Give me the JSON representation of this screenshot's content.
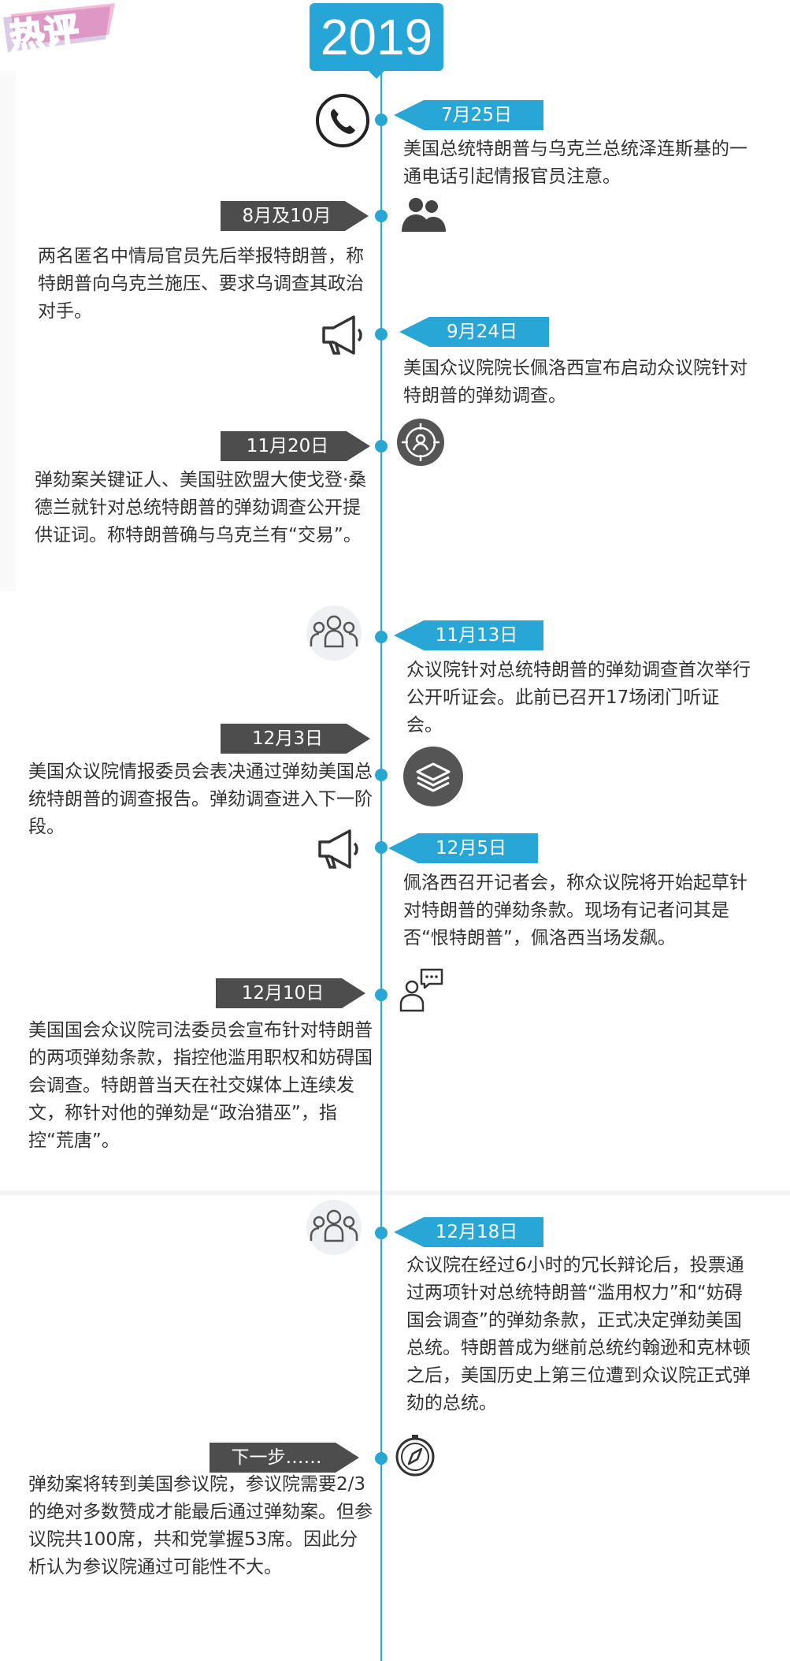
{
  "logo": {
    "text": "热评"
  },
  "year": "2019",
  "events": [
    {
      "date": "7月25日",
      "text": "美国总统特朗普与乌克兰总统泽连斯基的一通电话引起情报官员注意。",
      "icon": "phone-icon"
    },
    {
      "date": "8月及10月",
      "text": "两名匿名中情局官员先后举报特朗普，称特朗普向乌克兰施压、要求乌调查其政治对手。",
      "icon": "people-icon"
    },
    {
      "date": "9月24日",
      "text": "美国众议院院长佩洛西宣布启动众议院针对特朗普的弹劾调查。",
      "icon": "megaphone-icon"
    },
    {
      "date": "11月20日",
      "text": "弹劾案关键证人、美国驻欧盟大使戈登·桑德兰就针对总统特朗普的弹劾调查公开提供证词。称特朗普确与乌克兰有“交易”。",
      "icon": "target-person-icon"
    },
    {
      "date": "11月13日",
      "text": "众议院针对总统特朗普的弹劾调查首次举行公开听证会。此前已召开17场闭门听证会。",
      "icon": "group-icon"
    },
    {
      "date": "12月3日",
      "text": "美国众议院情报委员会表决通过弹劾美国总统特朗普的调查报告。弹劾调查进入下一阶段。",
      "icon": "layers-icon"
    },
    {
      "date": "12月5日",
      "text": "佩洛西召开记者会，称众议院将开始起草针对特朗普的弹劾条款。现场有记者问其是否“恨特朗普”，佩洛西当场发飙。",
      "icon": "megaphone-icon"
    },
    {
      "date": "12月10日",
      "text": "美国国会众议院司法委员会宣布针对特朗普的两项弹劾条款，指控他滥用职权和妨碍国会调查。特朗普当天在社交媒体上连续发文，称针对他的弹劾是“政治猎巫”，指控“荒唐”。",
      "icon": "speech-person-icon"
    },
    {
      "date": "12月18日",
      "text": "众议院在经过6小时的冗长辩论后，投票通过两项针对总统特朗普“滥用权力”和“妨碍国会调查”的弹劾条款，正式决定弹劾美国总统。特朗普成为继前总统约翰逊和克林顿之后，美国历史上第三位遭到众议院正式弹劾的总统。",
      "icon": "group-icon"
    },
    {
      "date": "下一步……",
      "text": "弹劾案将转到美国参议院，参议院需要2/3的绝对多数赞成才能最后通过弹劾案。但参议院共100席，共和党掌握53席。因此分析认为参议院通过可能性不大。",
      "icon": "compass-icon"
    }
  ]
}
